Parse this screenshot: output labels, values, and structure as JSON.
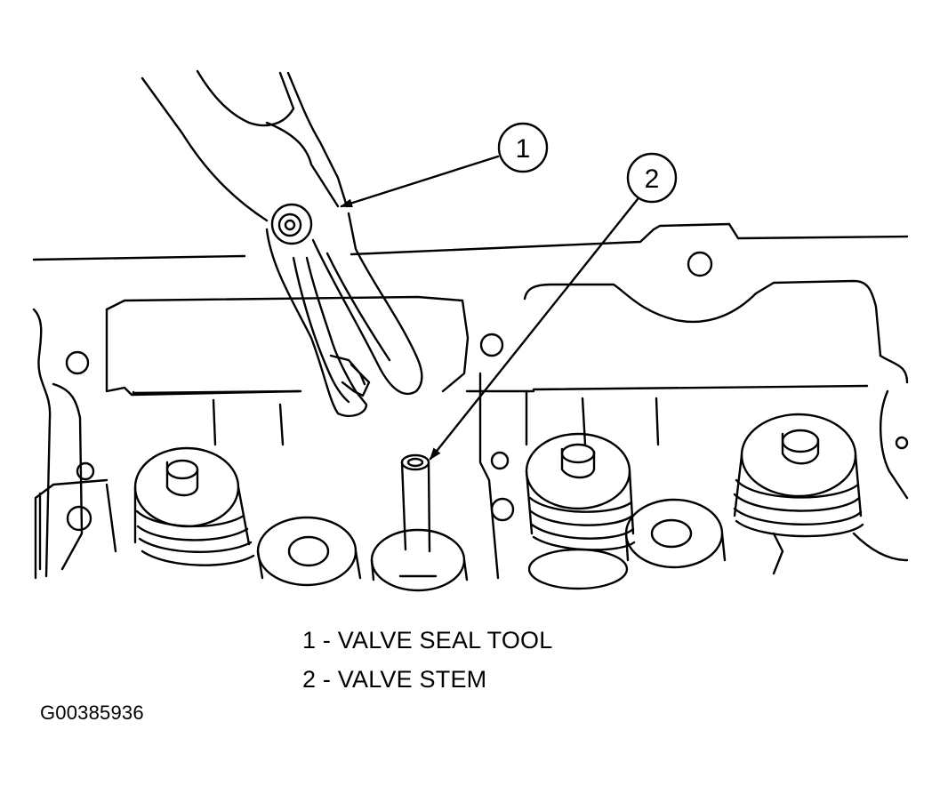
{
  "callouts": [
    {
      "number": "1"
    },
    {
      "number": "2"
    }
  ],
  "legend": [
    {
      "number": "1",
      "separator": "-",
      "label": "VALVE SEAL TOOL",
      "text": "1 - VALVE SEAL TOOL"
    },
    {
      "number": "2",
      "separator": "-",
      "label": "VALVE STEM",
      "text": "2 - VALVE STEM"
    }
  ],
  "figure_id": "G00385936",
  "colors": {
    "line": "#000000",
    "background": "#ffffff"
  }
}
